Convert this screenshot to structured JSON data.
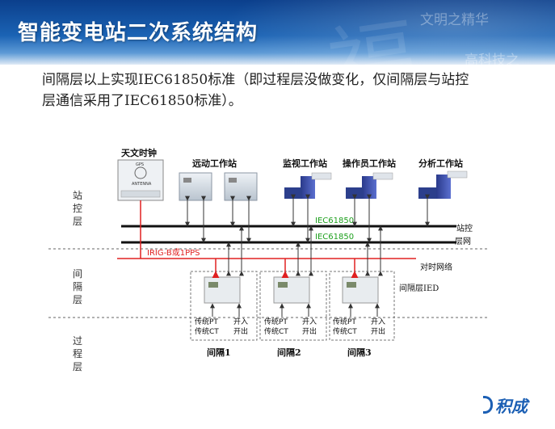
{
  "slide": {
    "title": "智能变电站二次系统结构",
    "watermark": [
      "文明之精华",
      "高科技之"
    ],
    "watermark_big": "福",
    "paragraph_lines": [
      "间隔层以上实现IEC61850标准（即过程层没做变化，仅间隔层与站控",
      "层通信采用了IEC61850标准）。"
    ]
  },
  "diagram": {
    "layers": [
      "站控层",
      "间隔层",
      "过程层"
    ],
    "stations": [
      "天文时钟",
      "远动工作站",
      "监视工作站",
      "操作员工作站",
      "分析工作站"
    ],
    "gps_label": [
      "GPS",
      "ANTENNA"
    ],
    "bus_labels": [
      "IEC61850",
      "IEC61850"
    ],
    "station_network": "站控层网",
    "irig_label": "IRIG-B或1PPS",
    "time_network": "对时网络",
    "bay_ied_label": "间隔层IED",
    "bays": [
      {
        "name": "间隔1",
        "io": [
          "传统PT",
          "传统CT",
          "开入",
          "开出"
        ]
      },
      {
        "name": "间隔2",
        "io": [
          "传统PT",
          "传统CT",
          "开入",
          "开出"
        ]
      },
      {
        "name": "间隔3",
        "io": [
          "传统PT",
          "传统CT",
          "开入",
          "开出"
        ]
      }
    ]
  },
  "logo": "积成",
  "colors": {
    "header": "#1b63b4",
    "bus_green": "#1ea01e",
    "time_red": "#e02020",
    "logo": "#1b5fb4"
  }
}
